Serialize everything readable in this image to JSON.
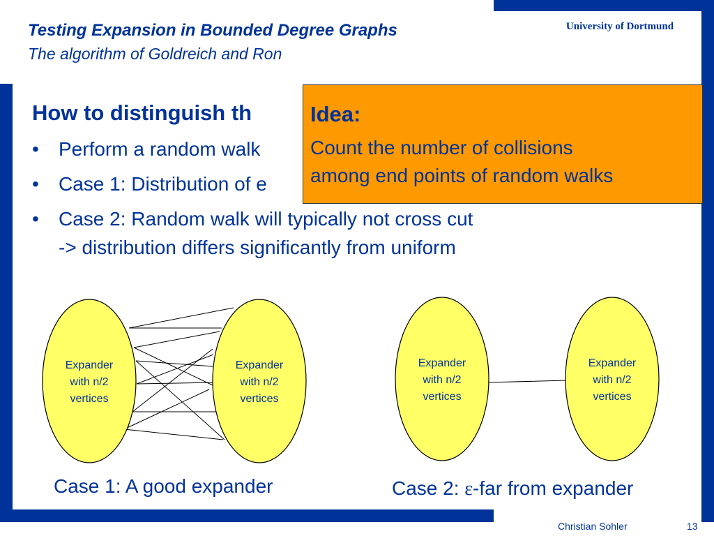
{
  "header": {
    "title": "Testing Expansion in Bounded Degree Graphs",
    "subtitle": "The algorithm of Goldreich and Ron",
    "university": "University of Dortmund"
  },
  "content": {
    "heading": "How to distinguish th",
    "bullet_char": "•",
    "bullets": [
      "Perform a random walk",
      "Case 1: Distribution of e",
      "Case 2: Random walk will typically not cross cut"
    ],
    "bullet3_line2": "-> distribution differs significantly from uniform"
  },
  "idea_box": {
    "heading": "Idea:",
    "line1": "Count the number of collisions",
    "line2": "among end points of random walks"
  },
  "diagram": {
    "ellipse_label": [
      "Expander",
      "with n/2",
      "vertices"
    ],
    "caption_case1": "Case 1: A good expander",
    "caption_case2_prefix": "Case 2: ",
    "caption_case2_symbol": "ε",
    "caption_case2_suffix": "-far from expander"
  },
  "footer": {
    "author": "Christian Sohler",
    "page_number": "13"
  },
  "colors": {
    "brand_blue": "#003399",
    "ellipse_fill": "#ffff66",
    "idea_fill": "#ff9900"
  }
}
